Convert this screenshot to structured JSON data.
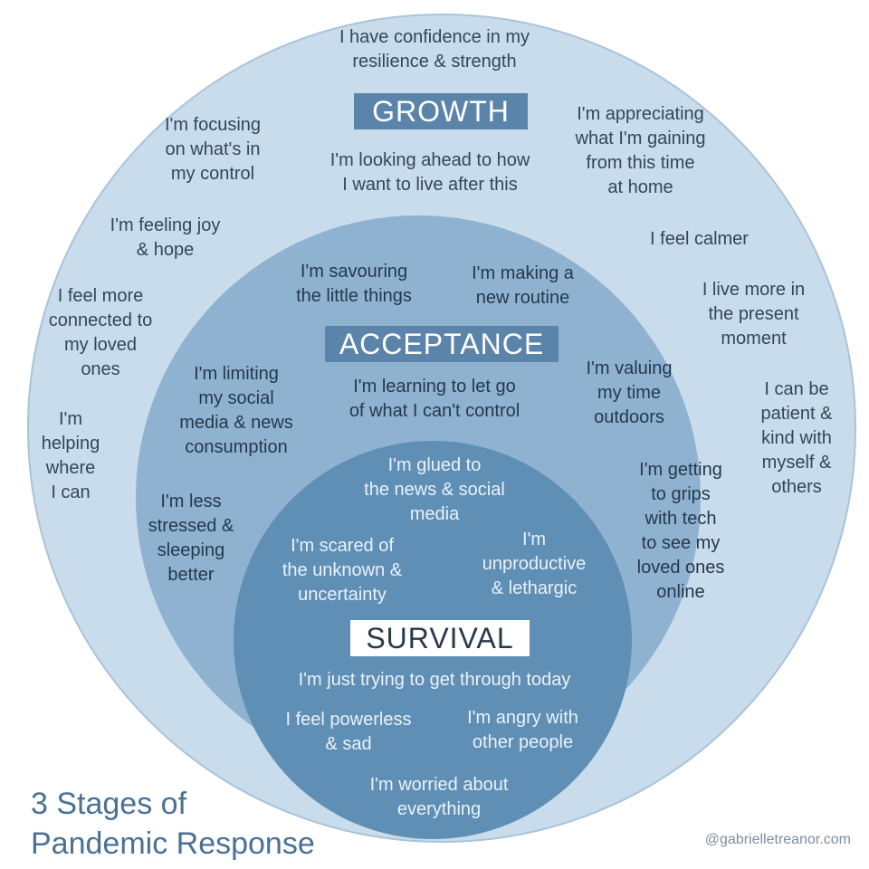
{
  "title": "3 Stages of\nPandemic Response",
  "credit": "@gabrielletreanor.com",
  "stages": {
    "growth": {
      "name": "GROWTH",
      "statements": [
        "I have confidence in my\nresilience & strength",
        "I'm focusing\non what's in\nmy control",
        "I'm appreciating\nwhat I'm gaining\nfrom this time\nat home",
        "I'm looking ahead to how\nI want to live after this",
        "I'm feeling joy\n& hope",
        "I feel calmer",
        "I feel more\nconnected to\nmy loved\nones",
        "I live more in\nthe present\nmoment",
        "I can be\npatient &\nkind with\nmyself &\nothers",
        "I'm\nhelping\nwhere\nI can"
      ]
    },
    "acceptance": {
      "name": "ACCEPTANCE",
      "statements": [
        "I'm savouring\nthe little things",
        "I'm making a\nnew routine",
        "I'm limiting\nmy social\nmedia & news\nconsumption",
        "I'm learning to let go\nof what I can't control",
        "I'm valuing\nmy time\noutdoors",
        "I'm less\nstressed &\nsleeping\nbetter",
        "I'm getting\nto grips\nwith tech\nto see my\nloved ones\nonline"
      ]
    },
    "survival": {
      "name": "SURVIVAL",
      "statements": [
        "I'm glued to\nthe news & social\nmedia",
        "I'm scared of\nthe unknown &\nuncertainty",
        "I'm\nunproductive\n& lethargic",
        "I'm just trying to get through today",
        "I feel powerless\n& sad",
        "I'm angry with\nother people",
        "I'm worried about\neverything"
      ]
    }
  },
  "colors": {
    "growth_fill": "#c9dcec",
    "acceptance_fill": "#8fb2d0",
    "survival_fill": "#5f8fb4",
    "label_box": "#5b84aa",
    "title_text": "#4a7196"
  }
}
